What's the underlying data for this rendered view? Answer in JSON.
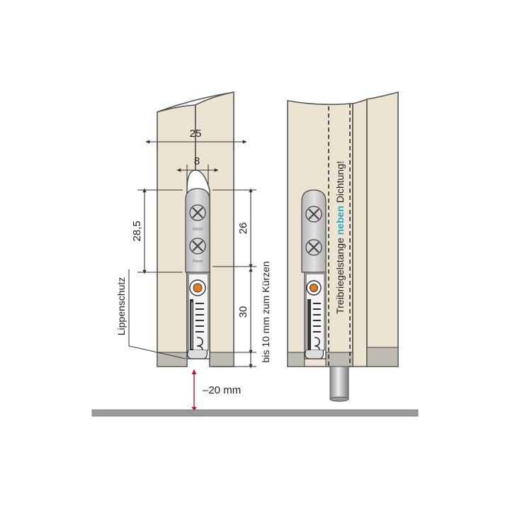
{
  "labels": {
    "width_total": "25",
    "width_inner": "8",
    "height_upper_left": "28,5",
    "height_upper_right": "26",
    "height_lower": "30",
    "lip_protection": "Lippenschutz",
    "shorten_note": "bis 10 mm zum Kürzen",
    "gap": "–20 mm",
    "rod_note_pre": "Treibriegelstange ",
    "rod_note_emph": "neben",
    "rod_note_post": " Dichtung!",
    "plate_mark_top": "ORSO",
    "plate_mark_bottom": "Planet"
  },
  "colors": {
    "door": "#ede3d2",
    "door_edge": "#555555",
    "bottom_strip": "#bdbbb2",
    "floor": "#999999",
    "dimension_line": "#333333",
    "gap_arrow": "#c8102e",
    "accent_text": "#2aa9c9",
    "plate": "#c9c9c9",
    "roller": "#e07b20"
  },
  "icons": {
    "screw": "cross-screw-icon",
    "roller": "roller-icon"
  }
}
